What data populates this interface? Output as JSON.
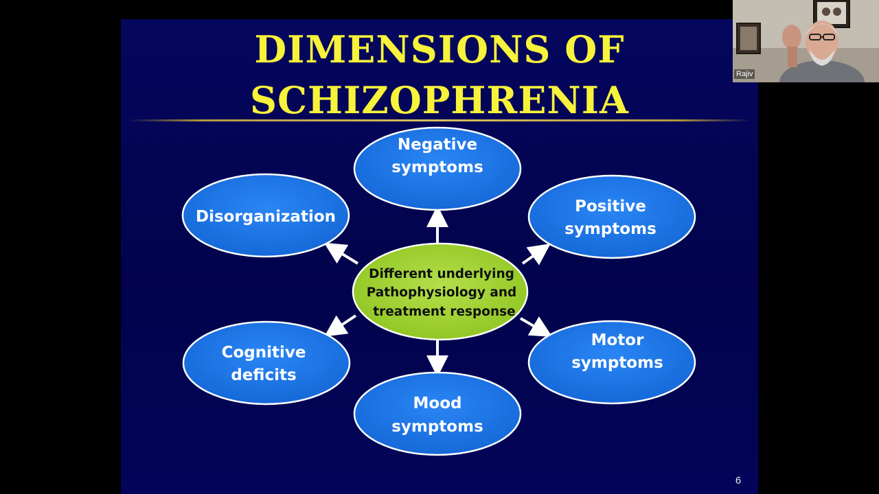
{
  "slide": {
    "title_line1": "DIMENSIONS OF",
    "title_line2": "SCHIZOPHRENIA",
    "slide_number": "6",
    "colors": {
      "background": "#03045a",
      "title": "#f7f23a",
      "node_fill": "#1a73e8",
      "center_fill": "#9acd32",
      "arrow": "#ffffff"
    }
  },
  "diagram": {
    "center": {
      "line1": "Different underlying",
      "line2": "Pathophysiology and",
      "line3": "treatment response"
    },
    "nodes": {
      "negative": {
        "line1": "Negative",
        "line2": "symptoms"
      },
      "disorganization": {
        "line1": "Disorganization"
      },
      "positive": {
        "line1": "Positive",
        "line2": "symptoms"
      },
      "cognitive": {
        "line1": "Cognitive",
        "line2": "deficits"
      },
      "motor": {
        "line1": "Motor",
        "line2": "symptoms"
      },
      "mood": {
        "line1": "Mood",
        "line2": "symptoms"
      }
    }
  },
  "participant": {
    "name": "Rajiv"
  }
}
